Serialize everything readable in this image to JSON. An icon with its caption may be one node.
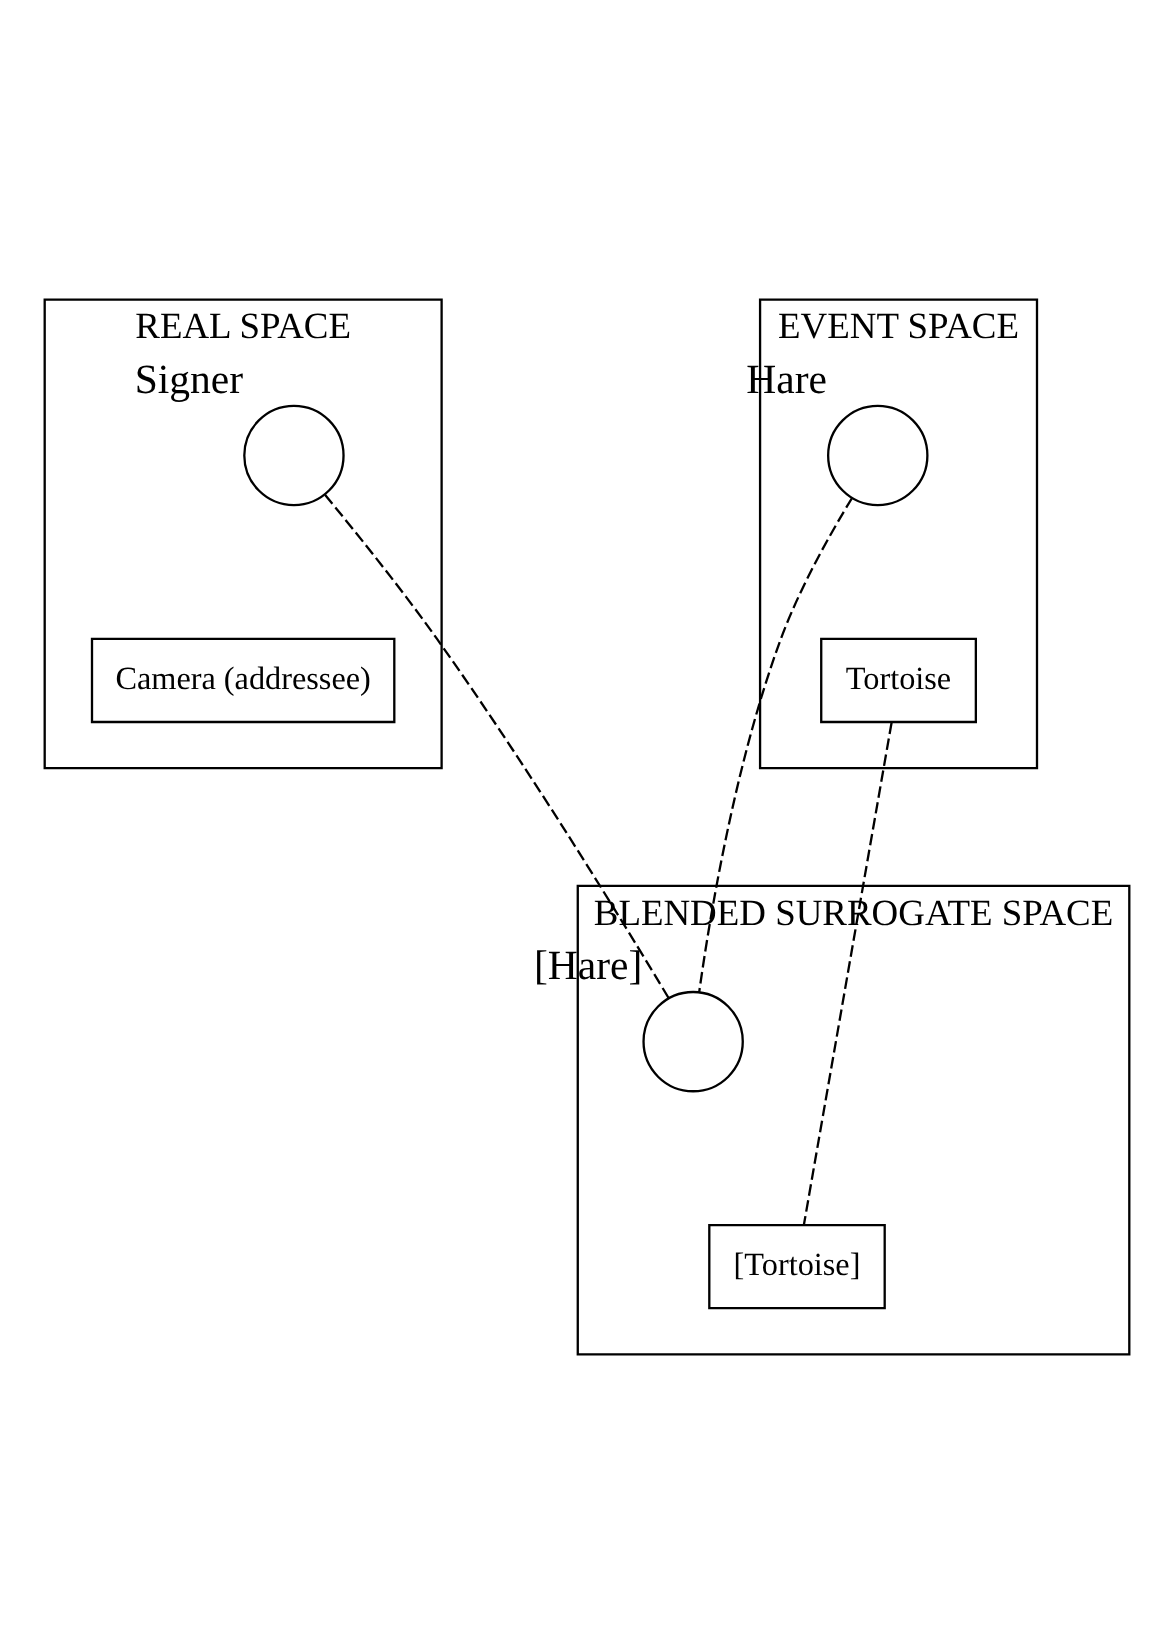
{
  "diagram": {
    "nodes": [
      {
        "text": [
          "REAL SPACE"
        ]
      },
      {
        "text": [],
        "shape": "circle",
        "in": 0,
        "beside": [
          "Signer"
        ]
      },
      {
        "text": [
          "Camera (addressee)"
        ],
        "in": 0
      },
      {
        "text": [
          "EVENT SPACE"
        ]
      },
      {
        "text": [],
        "shape": "circle",
        "in": 3,
        "beside": [
          "Hare"
        ]
      },
      {
        "text": [
          "Tortoise"
        ],
        "in": 3
      },
      {
        "text": [
          "BLENDED SURROGATE SPACE"
        ]
      },
      {
        "text": [],
        "shape": "circle",
        "in": 6,
        "beside": [
          "[Hare]"
        ]
      },
      {
        "text": [
          "[Tortoise]"
        ],
        "in": 6
      }
    ],
    "edges": [
      {
        "from": 1,
        "to": 7,
        "arrow": "none",
        "style": "dashed"
      },
      {
        "from": 4,
        "to": 7,
        "arrow": "none",
        "style": "dashed"
      },
      {
        "from": 5,
        "to": 8,
        "arrow": "none",
        "style": "dashed"
      }
    ]
  }
}
